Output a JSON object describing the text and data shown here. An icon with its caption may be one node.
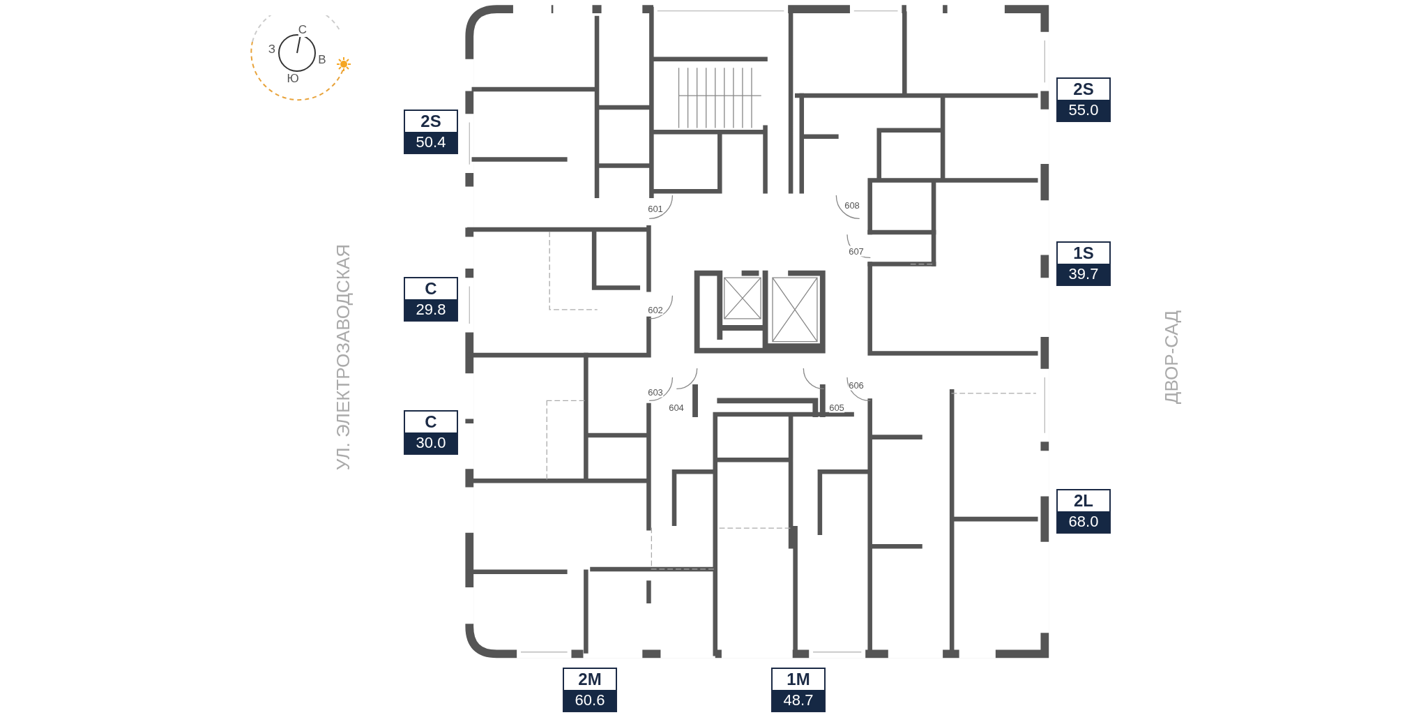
{
  "diagram": {
    "nodes": [
      {
        "text": [
          "2S",
          "50.4"
        ]
      },
      {
        "text": [
          "C",
          "29.8"
        ]
      },
      {
        "text": [
          "C",
          "30.0"
        ]
      },
      {
        "text": [
          "2M",
          "60.6"
        ]
      },
      {
        "text": [
          "1M",
          "48.7"
        ]
      },
      {
        "text": [
          "2S",
          "55.0"
        ]
      },
      {
        "text": [
          "1S",
          "39.7"
        ]
      },
      {
        "text": [
          "2L",
          "68.0"
        ]
      }
    ],
    "labels": [
      "С",
      "З",
      "В",
      "Ю",
      "УЛ. ЭЛЕКТРОЗАВОДСКАЯ",
      "601",
      "608",
      "607",
      "602",
      "606",
      "603",
      "604",
      "605",
      "ДВОР-САД"
    ]
  }
}
